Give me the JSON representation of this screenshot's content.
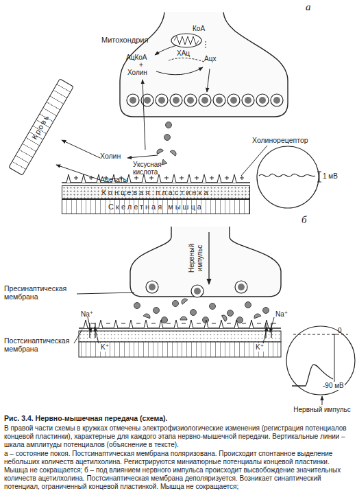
{
  "diagram": {
    "caption": "Рис. 3.4. Нервно-мышечная передача (схема).",
    "nodes": [
      {
        "text": [
          "Митохондрия"
        ]
      },
      {
        "text": [
          "Кровь"
        ]
      },
      {
        "text": [
          "Концевая пластинка"
        ]
      },
      {
        "text": [
          "Скелетная мышца"
        ]
      }
    ],
    "labels": [
      "а",
      "КоА",
      "ХАц",
      "АцКоА",
      "+",
      "Холин",
      "Ацх",
      "Холин",
      "Уксусная кислота",
      "Ацетаты",
      "Холинорецептор",
      "1 мВ",
      "б",
      "Нервный импульс",
      "Пресинаптическая мембрана",
      "Na⁺",
      "Na⁺",
      "Постсинаптическая мембрана",
      "K⁺",
      "K⁺",
      "0",
      "-90 мВ",
      "Нервный импульс",
      "В правой части схемы в кружках отмечены электрофизиологические изменения (регистрация потенциалов концевой пластинки), характерные для каждого этапа нервно-мышечной передачи. Вертикальные линии – шкала амплитуды потенциалов (объяснение в тексте).",
      "а – состояние покоя. Постсинаптическая мембрана поляризована. Происходит спонтанное выделение небольших количеств ацетилхолина. Регистрируются миниатюрные потенциалы концевой пластинки. Мышца не сокращается; б – под влиянием нервного импульса происходит высвобождение значительных количеств ацетилхолина. Постсинаптическая мембрана деполяризуется. Возникает синаптический потенциал, ограниченный концевой пластинкой. Мышца не сокращается;"
    ]
  }
}
